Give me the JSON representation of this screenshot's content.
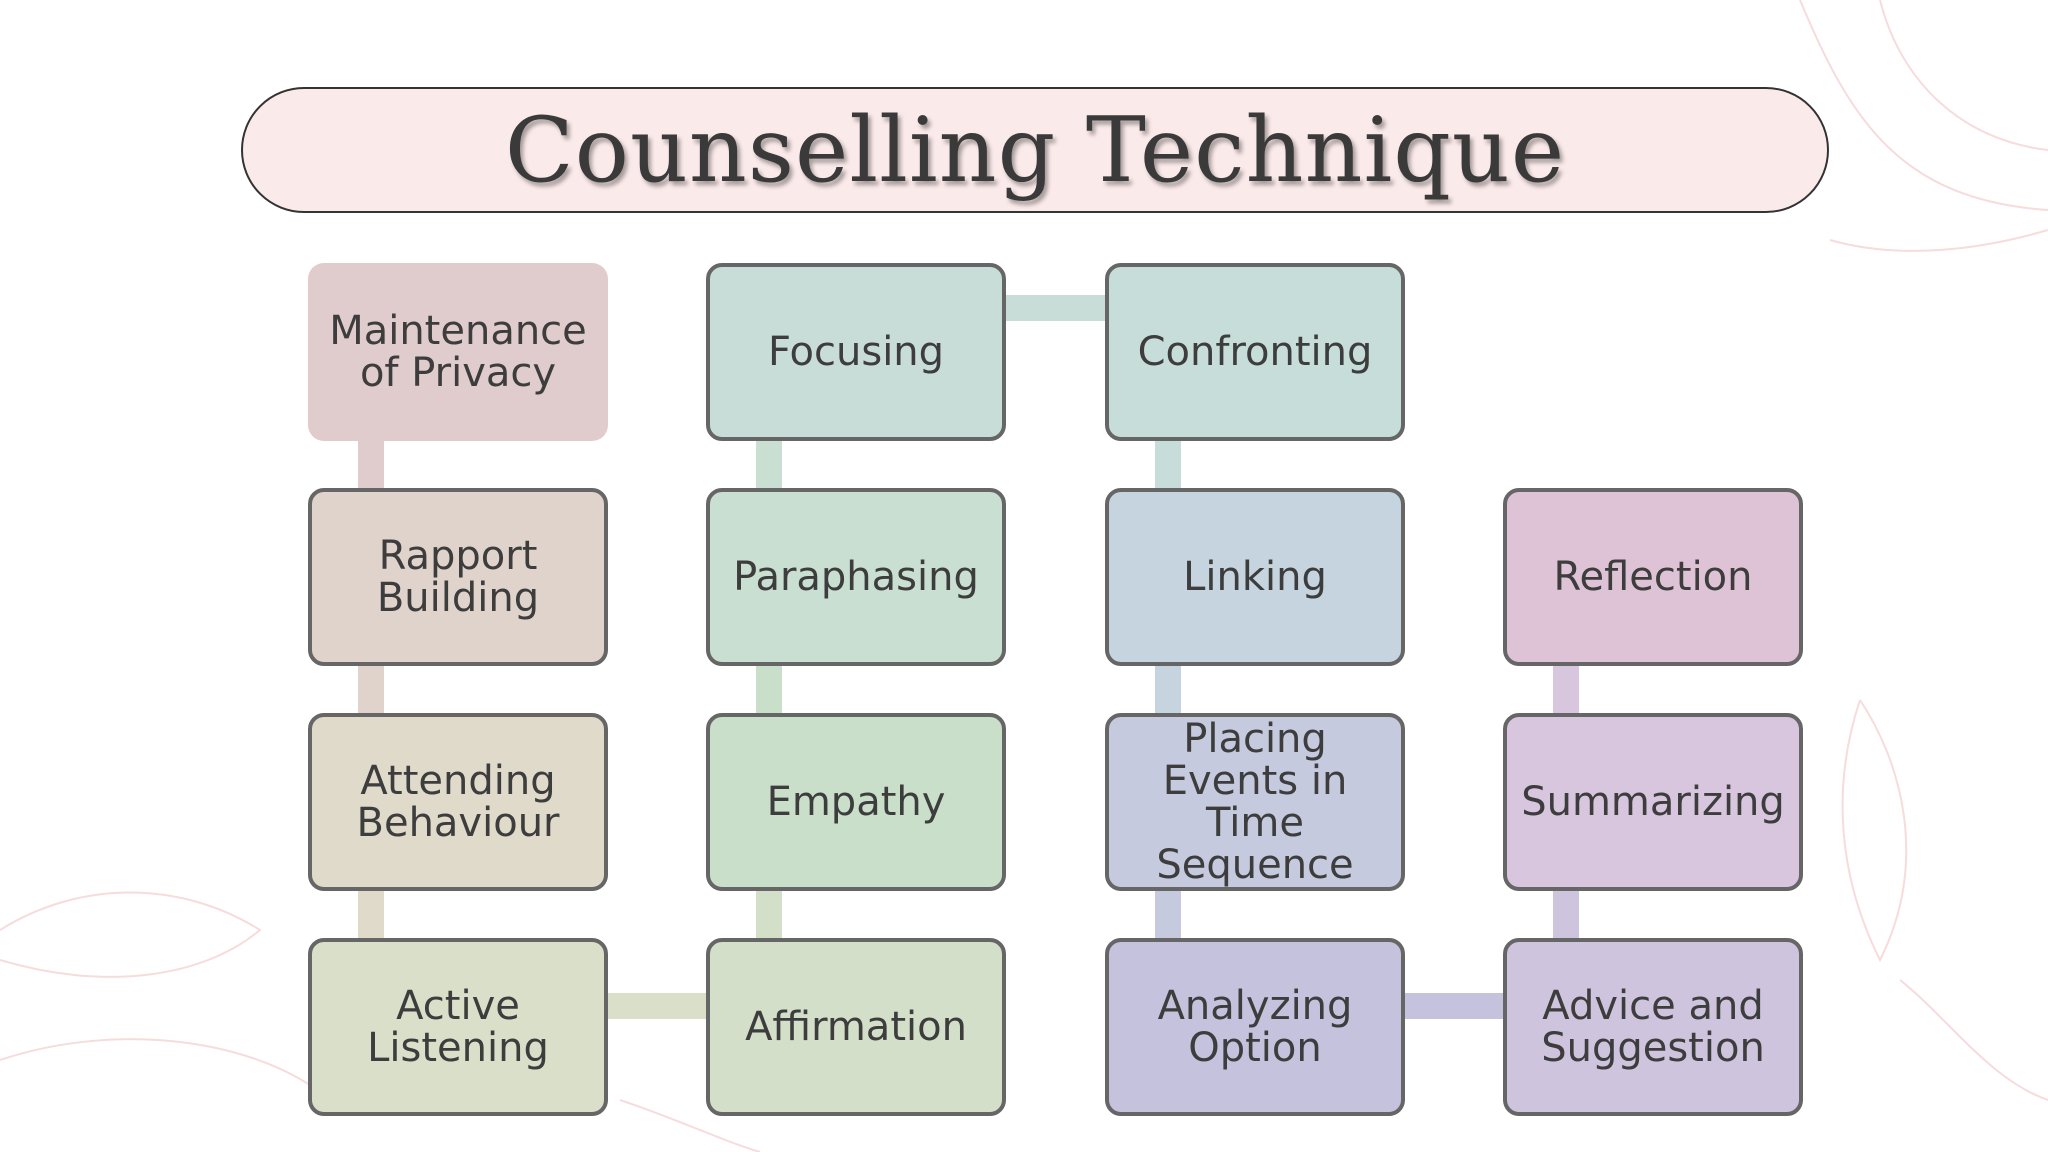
{
  "title": "Counselling Technique",
  "colors": {
    "title_fill": "#fbeaea",
    "border": "#666666",
    "text": "#3d3d3d"
  },
  "nodes": [
    {
      "id": "maintenance",
      "label": "Maintenance of Privacy",
      "color": "#e0cccc",
      "col": 0,
      "row": 0,
      "border": false
    },
    {
      "id": "rapport",
      "label": "Rapport Building",
      "color": "#e0d3cc",
      "col": 0,
      "row": 1,
      "border": true
    },
    {
      "id": "attending",
      "label": "Attending Behaviour",
      "color": "#e0dacb",
      "col": 0,
      "row": 2,
      "border": true
    },
    {
      "id": "active",
      "label": "Active Listening",
      "color": "#dadfca",
      "col": 0,
      "row": 3,
      "border": true
    },
    {
      "id": "focusing",
      "label": "Focusing",
      "color": "#c9ddd8",
      "col": 1,
      "row": 0,
      "border": true
    },
    {
      "id": "paraphasing",
      "label": "Paraphasing",
      "color": "#c9dfd1",
      "col": 1,
      "row": 1,
      "border": true
    },
    {
      "id": "empathy",
      "label": "Empathy",
      "color": "#c9dfca",
      "col": 1,
      "row": 2,
      "border": true
    },
    {
      "id": "affirmation",
      "label": "Affirmation",
      "color": "#d3dfc8",
      "col": 1,
      "row": 3,
      "border": true
    },
    {
      "id": "confronting",
      "label": "Confronting",
      "color": "#c7ddd9",
      "col": 2,
      "row": 0,
      "border": true
    },
    {
      "id": "linking",
      "label": "Linking",
      "color": "#c5d4de",
      "col": 2,
      "row": 1,
      "border": true
    },
    {
      "id": "placing",
      "label": "Placing Events in Time Sequence",
      "color": "#c5cade",
      "col": 2,
      "row": 2,
      "border": true
    },
    {
      "id": "analyzing",
      "label": "Analyzing Option",
      "color": "#c5c2de",
      "col": 2,
      "row": 3,
      "border": true
    },
    {
      "id": "reflection",
      "label": "Reflection",
      "color": "#dec3d6",
      "col": 3,
      "row": 1,
      "border": true
    },
    {
      "id": "summarizing",
      "label": "Summarizing",
      "color": "#d8c5de",
      "col": 3,
      "row": 2,
      "border": true
    },
    {
      "id": "advice",
      "label": "Advice and Suggestion",
      "color": "#cfc4de",
      "col": 3,
      "row": 3,
      "border": true
    }
  ],
  "connectors": [
    {
      "from": "maintenance",
      "to": "rapport",
      "color": "#e0cccc"
    },
    {
      "from": "rapport",
      "to": "attending",
      "color": "#e0d3cc"
    },
    {
      "from": "attending",
      "to": "active",
      "color": "#e0dacb"
    },
    {
      "from": "active",
      "to": "affirmation",
      "color": "#dadfca"
    },
    {
      "from": "affirmation",
      "to": "empathy",
      "color": "#d3dfc8"
    },
    {
      "from": "empathy",
      "to": "paraphasing",
      "color": "#c9dfca"
    },
    {
      "from": "paraphasing",
      "to": "focusing",
      "color": "#c9dfd1"
    },
    {
      "from": "focusing",
      "to": "confronting",
      "color": "#c9ddd8"
    },
    {
      "from": "confronting",
      "to": "linking",
      "color": "#c7ddd9"
    },
    {
      "from": "linking",
      "to": "placing",
      "color": "#c5d4de"
    },
    {
      "from": "placing",
      "to": "analyzing",
      "color": "#c5cade"
    },
    {
      "from": "analyzing",
      "to": "advice",
      "color": "#c5c2de"
    },
    {
      "from": "advice",
      "to": "summarizing",
      "color": "#cfc4de"
    },
    {
      "from": "summarizing",
      "to": "reflection",
      "color": "#d8c5de"
    }
  ]
}
